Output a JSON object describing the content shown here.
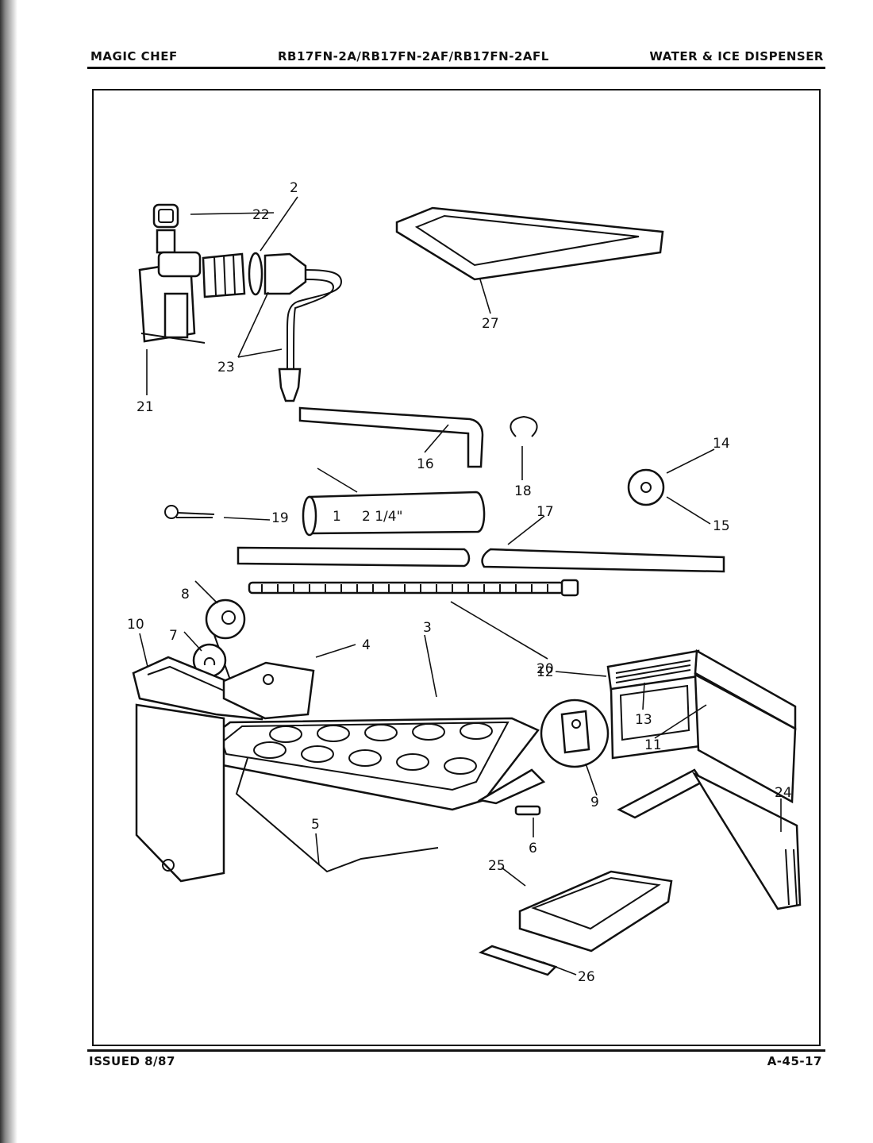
{
  "header": {
    "brand": "MAGIC CHEF",
    "models": "RB17FN-2A/RB17FN-2AF/RB17FN-2AFL",
    "section": "WATER & ICE DISPENSER"
  },
  "footer": {
    "issued": "ISSUED 8/87",
    "page_code": "A-45-17"
  },
  "diagram": {
    "dimension_label": "2 1/4\"",
    "callouts": [
      "1",
      "2",
      "3",
      "4",
      "5",
      "6",
      "7",
      "8",
      "9",
      "10",
      "11",
      "12",
      "13",
      "14",
      "15",
      "16",
      "17",
      "18",
      "19",
      "20",
      "21",
      "22",
      "23",
      "24",
      "25",
      "26",
      "27"
    ]
  }
}
